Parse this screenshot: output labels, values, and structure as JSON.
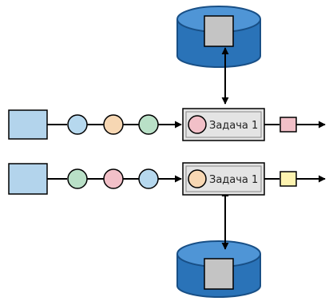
{
  "rows": [
    {
      "task_label": "Задача 1",
      "queue_colors": [
        "#b6d8ee",
        "#f7d7b3",
        "#b9e0c7"
      ],
      "active_color": "#f2c0c8",
      "output_color": "#f2c0c8",
      "store_side": "top"
    },
    {
      "task_label": "Задача 1",
      "queue_colors": [
        "#b9e0c7",
        "#f2c0c8",
        "#b6d8ee"
      ],
      "active_color": "#f7d7b3",
      "output_color": "#fdf3b0",
      "store_side": "bottom"
    }
  ],
  "colors": {
    "source": "#b3d4ec",
    "task_fill": "#e4e4e4",
    "store_body": "#2a73b8",
    "store_top": "#4f95d6",
    "store_dark": "#184f86",
    "store_inner": "#c4c4c4"
  }
}
